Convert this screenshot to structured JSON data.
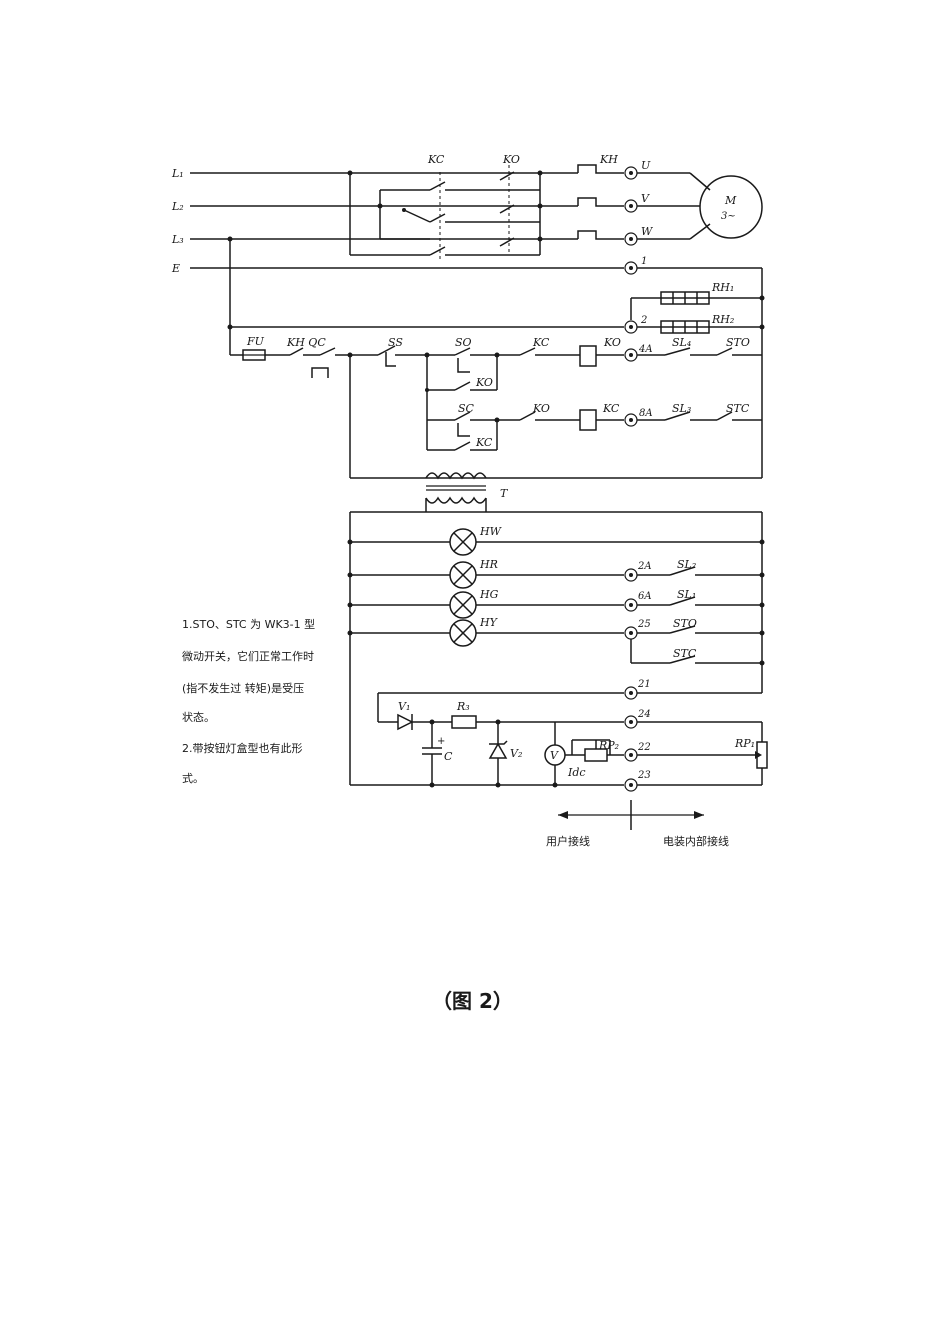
{
  "lines": {
    "l1": "L₁",
    "l2": "L₂",
    "l3": "L₃",
    "e": "E"
  },
  "motor": {
    "name": "M",
    "phase": "3~"
  },
  "terminals": {
    "u": "U",
    "v": "V",
    "w": "W",
    "t1": "1",
    "t2": "2",
    "t4a": "4A",
    "t8a": "8A",
    "t2a": "2A",
    "t6a": "6A",
    "t25": "25",
    "t21": "21",
    "t24": "24",
    "t22": "22",
    "t23": "23"
  },
  "components": {
    "kc_main": "KC",
    "ko_main": "KO",
    "kh_main": "KH",
    "rh1": "RH₁",
    "rh2": "RH₂",
    "fu": "FU",
    "kh_qc": "KH QC",
    "ss": "SS",
    "so": "SO",
    "kc_r1": "KC",
    "ko_coil": "KO",
    "ko_aux1": "KO",
    "sl4": "SL₄",
    "sto_r1": "STO",
    "sc": "SC",
    "ko_r2": "KO",
    "kc_coil": "KC",
    "kc_aux2": "KC",
    "sl3": "SL₃",
    "stc_r2": "STC",
    "t": "T",
    "hw": "HW",
    "hr": "HR",
    "hg": "HG",
    "hy": "HY",
    "sl2": "SL₂",
    "sl1": "SL₁",
    "sto_l": "STO",
    "stc_l": "STC",
    "v1": "V₁",
    "r3": "R₃",
    "c": "C",
    "v2": "V₂",
    "vmeter": "V",
    "rp2": "RP₂",
    "idc": "Idc",
    "rp1": "RP₁"
  },
  "notes": [
    "1.STO、STC 为 WK3-1 型",
    "微动开关，它们正常工作时",
    "(指不发生过 转矩)是受压",
    "状态。",
    "2.带按钮灯盒型也有此形",
    "式。"
  ],
  "wiring_labels": {
    "user": "用户接线",
    "internal": "电装内部接线"
  },
  "caption": "（图 2）"
}
